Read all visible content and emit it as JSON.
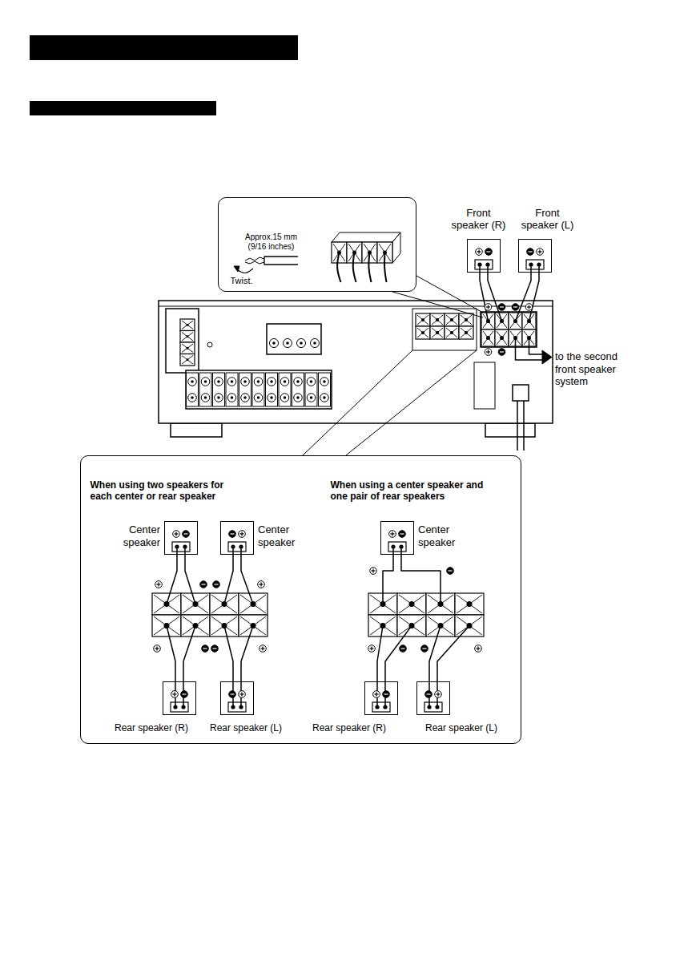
{
  "diagram": {
    "nodes": [
      {
        "text": [
          "Approx.15 mm (9/16 inches)",
          "Twist."
        ]
      },
      {
        "text": [
          "Front speaker (R)"
        ]
      },
      {
        "text": [
          "Front speaker (L)"
        ]
      },
      {
        "text": [
          "When using two speakers for each center or rear speaker",
          "When using a center speaker and one pair of rear speakers"
        ]
      },
      {
        "text": [
          "Center speaker"
        ],
        "in": 3
      },
      {
        "text": [
          "Center speaker"
        ],
        "in": 3
      },
      {
        "text": [
          "Rear speaker (R)"
        ],
        "in": 3
      },
      {
        "text": [
          "Rear speaker (L)"
        ],
        "in": 3
      },
      {
        "text": [
          "Center speaker"
        ],
        "in": 3
      },
      {
        "text": [
          "Rear speaker (R)"
        ],
        "in": 3
      },
      {
        "text": [
          "Rear speaker (L)"
        ],
        "in": 3
      }
    ],
    "labels": [
      "to the second front speaker system"
    ]
  }
}
